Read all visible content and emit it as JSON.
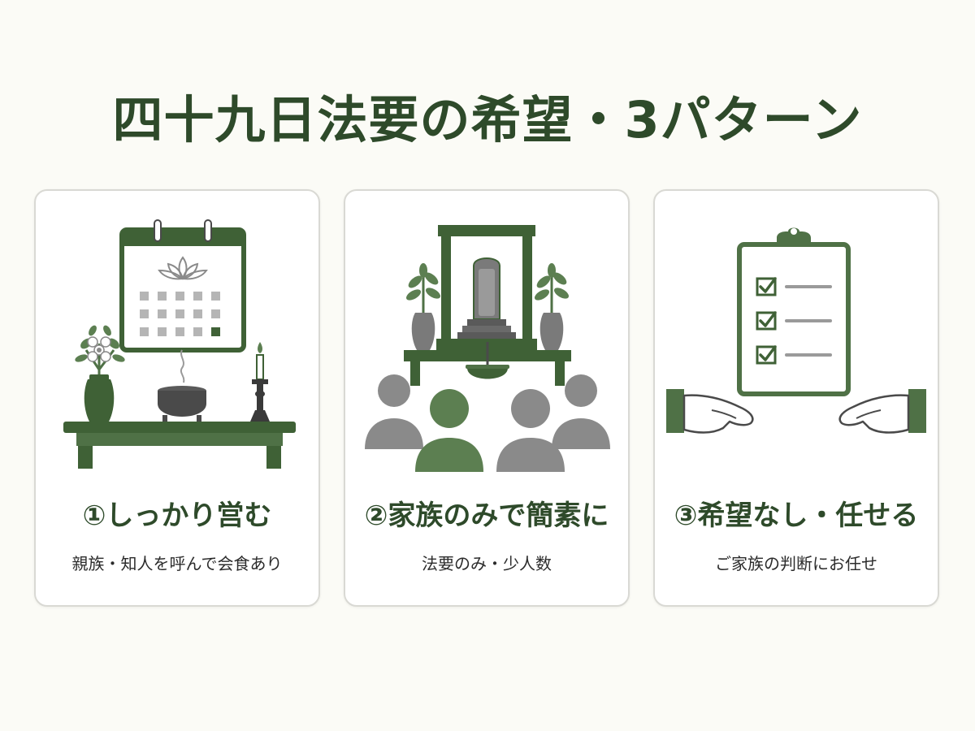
{
  "title": "四十九日法要の希望・3パターン",
  "colors": {
    "green_dark": "#3f6136",
    "green_mid": "#5c7f51",
    "gray": "#8a8a8a",
    "gray_light": "#b5b5b5",
    "text": "#2e4a2a"
  },
  "options": [
    {
      "title": "①しっかり営む",
      "subtitle": "親族・知人を呼んで会食あり",
      "icon": "calendar-altar-icon"
    },
    {
      "title": "②家族のみで簡素に",
      "subtitle": "法要のみ・少人数",
      "icon": "altar-family-icon"
    },
    {
      "title": "③希望なし・任せる",
      "subtitle": "ご家族の判断にお任せ",
      "icon": "clipboard-hands-icon"
    }
  ]
}
